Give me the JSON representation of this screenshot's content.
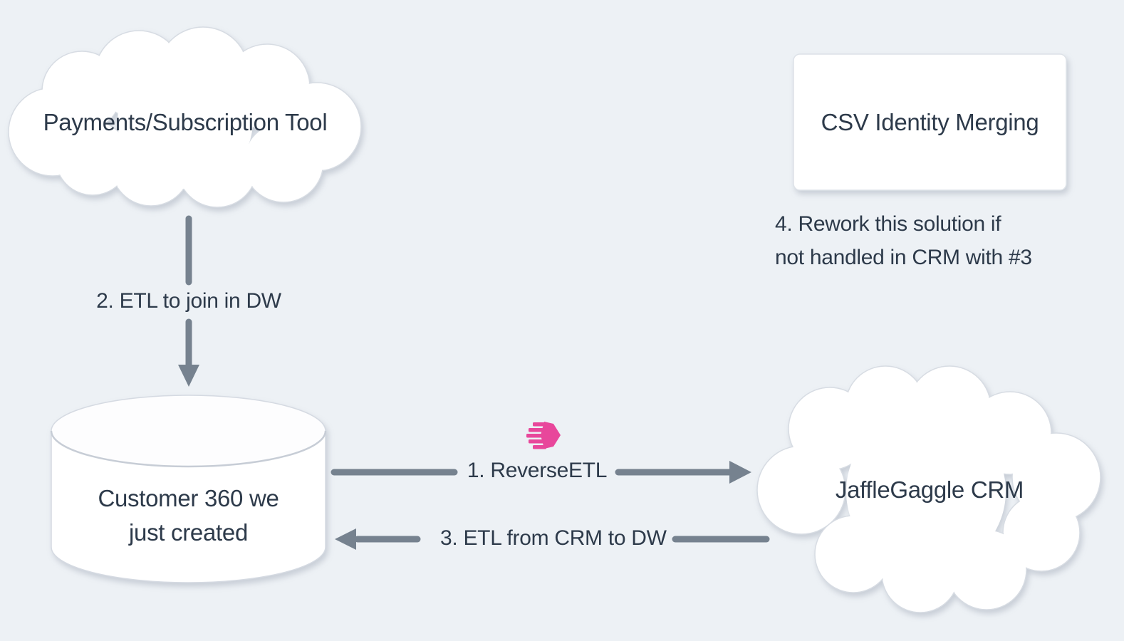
{
  "diagram": {
    "nodes": {
      "payments": {
        "label": "Payments/Subscription Tool",
        "shape": "cloud"
      },
      "csv_merging": {
        "label": "CSV Identity Merging",
        "shape": "rounded-rectangle"
      },
      "warehouse": {
        "label_line1": "Customer 360 we",
        "label_line2": "just created",
        "shape": "database-cylinder"
      },
      "crm": {
        "label": "JaffleGaggle CRM",
        "shape": "cloud"
      }
    },
    "edges": {
      "reverse_etl": {
        "label": "1. ReverseETL",
        "from": "warehouse",
        "to": "crm",
        "direction": "right"
      },
      "etl_join": {
        "label": "2. ETL to join in DW",
        "from": "payments",
        "to": "warehouse",
        "direction": "down"
      },
      "etl_from_crm": {
        "label": "3. ETL from CRM to DW",
        "from": "crm",
        "to": "warehouse",
        "direction": "left"
      }
    },
    "note": {
      "line1": "4. Rework this solution if",
      "line2": "not handled in CRM with #3"
    },
    "icons": {
      "reverse_etl_tool": "grouparoo-hexagon-stripes-icon"
    },
    "colors": {
      "background": "#edf1f5",
      "text": "#2d3a4a",
      "arrow": "#76828f",
      "shape_fill": "#ffffff",
      "shape_border": "#d7dce3",
      "accent_pink": "#e8479b"
    }
  }
}
